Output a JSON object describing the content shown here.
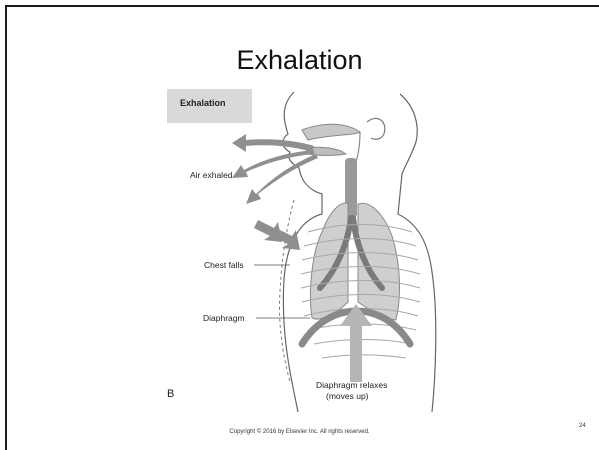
{
  "slide": {
    "title": "Exhalation",
    "footer": "Copyright © 2016 by Elsevier Inc. All rights reserved.",
    "page_number": "24"
  },
  "figure": {
    "tag": "Exhalation",
    "panel_letter": "B",
    "labels": {
      "air_exhaled": "Air exhaled",
      "chest_falls": "Chest falls",
      "diaphragm": "Diaphragm",
      "diaphragm_relaxes_line1": "Diaphragm relaxes",
      "diaphragm_relaxes_line2": "(moves up)"
    }
  }
}
